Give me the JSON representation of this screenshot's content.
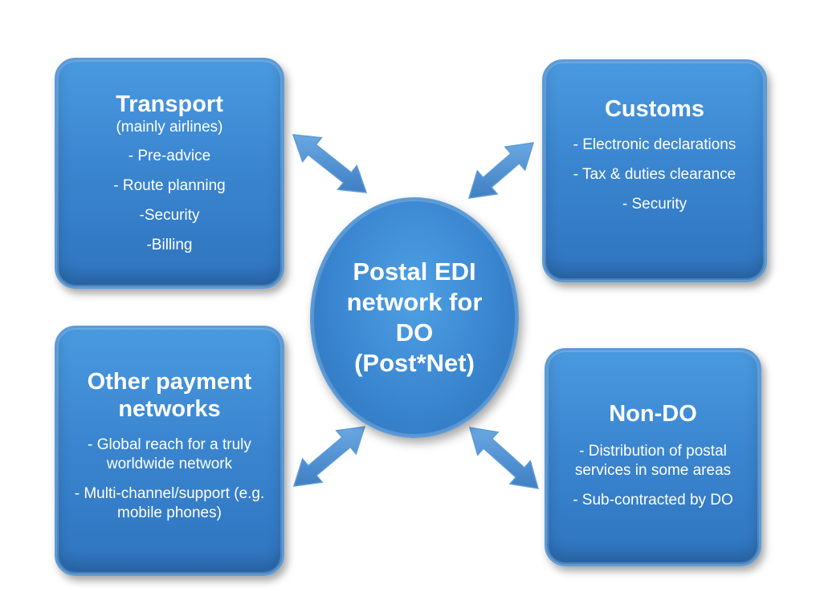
{
  "hub": {
    "title": "Postal EDI network for DO (Post*Net)"
  },
  "transport": {
    "title": "Transport",
    "subtitle": "(mainly airlines)",
    "items": [
      "- Pre-advice",
      "- Route planning",
      "-Security",
      "-Billing"
    ]
  },
  "customs": {
    "title": "Customs",
    "items": [
      "- Electronic declarations",
      "- Tax & duties clearance",
      "- Security"
    ]
  },
  "other": {
    "title": "Other payment networks",
    "items": [
      "- Global reach for a truly worldwide network",
      "- Multi-channel/support (e.g. mobile phones)"
    ]
  },
  "nondo": {
    "title": "Non-DO",
    "items": [
      "- Distribution of postal services in some areas",
      "- Sub-contracted by DO"
    ]
  },
  "colors": {
    "box_fill": "#3b86d0",
    "box_border": "#5d9bd6",
    "arrow_fill": "#4a8fd2",
    "text": "#ffffff"
  }
}
